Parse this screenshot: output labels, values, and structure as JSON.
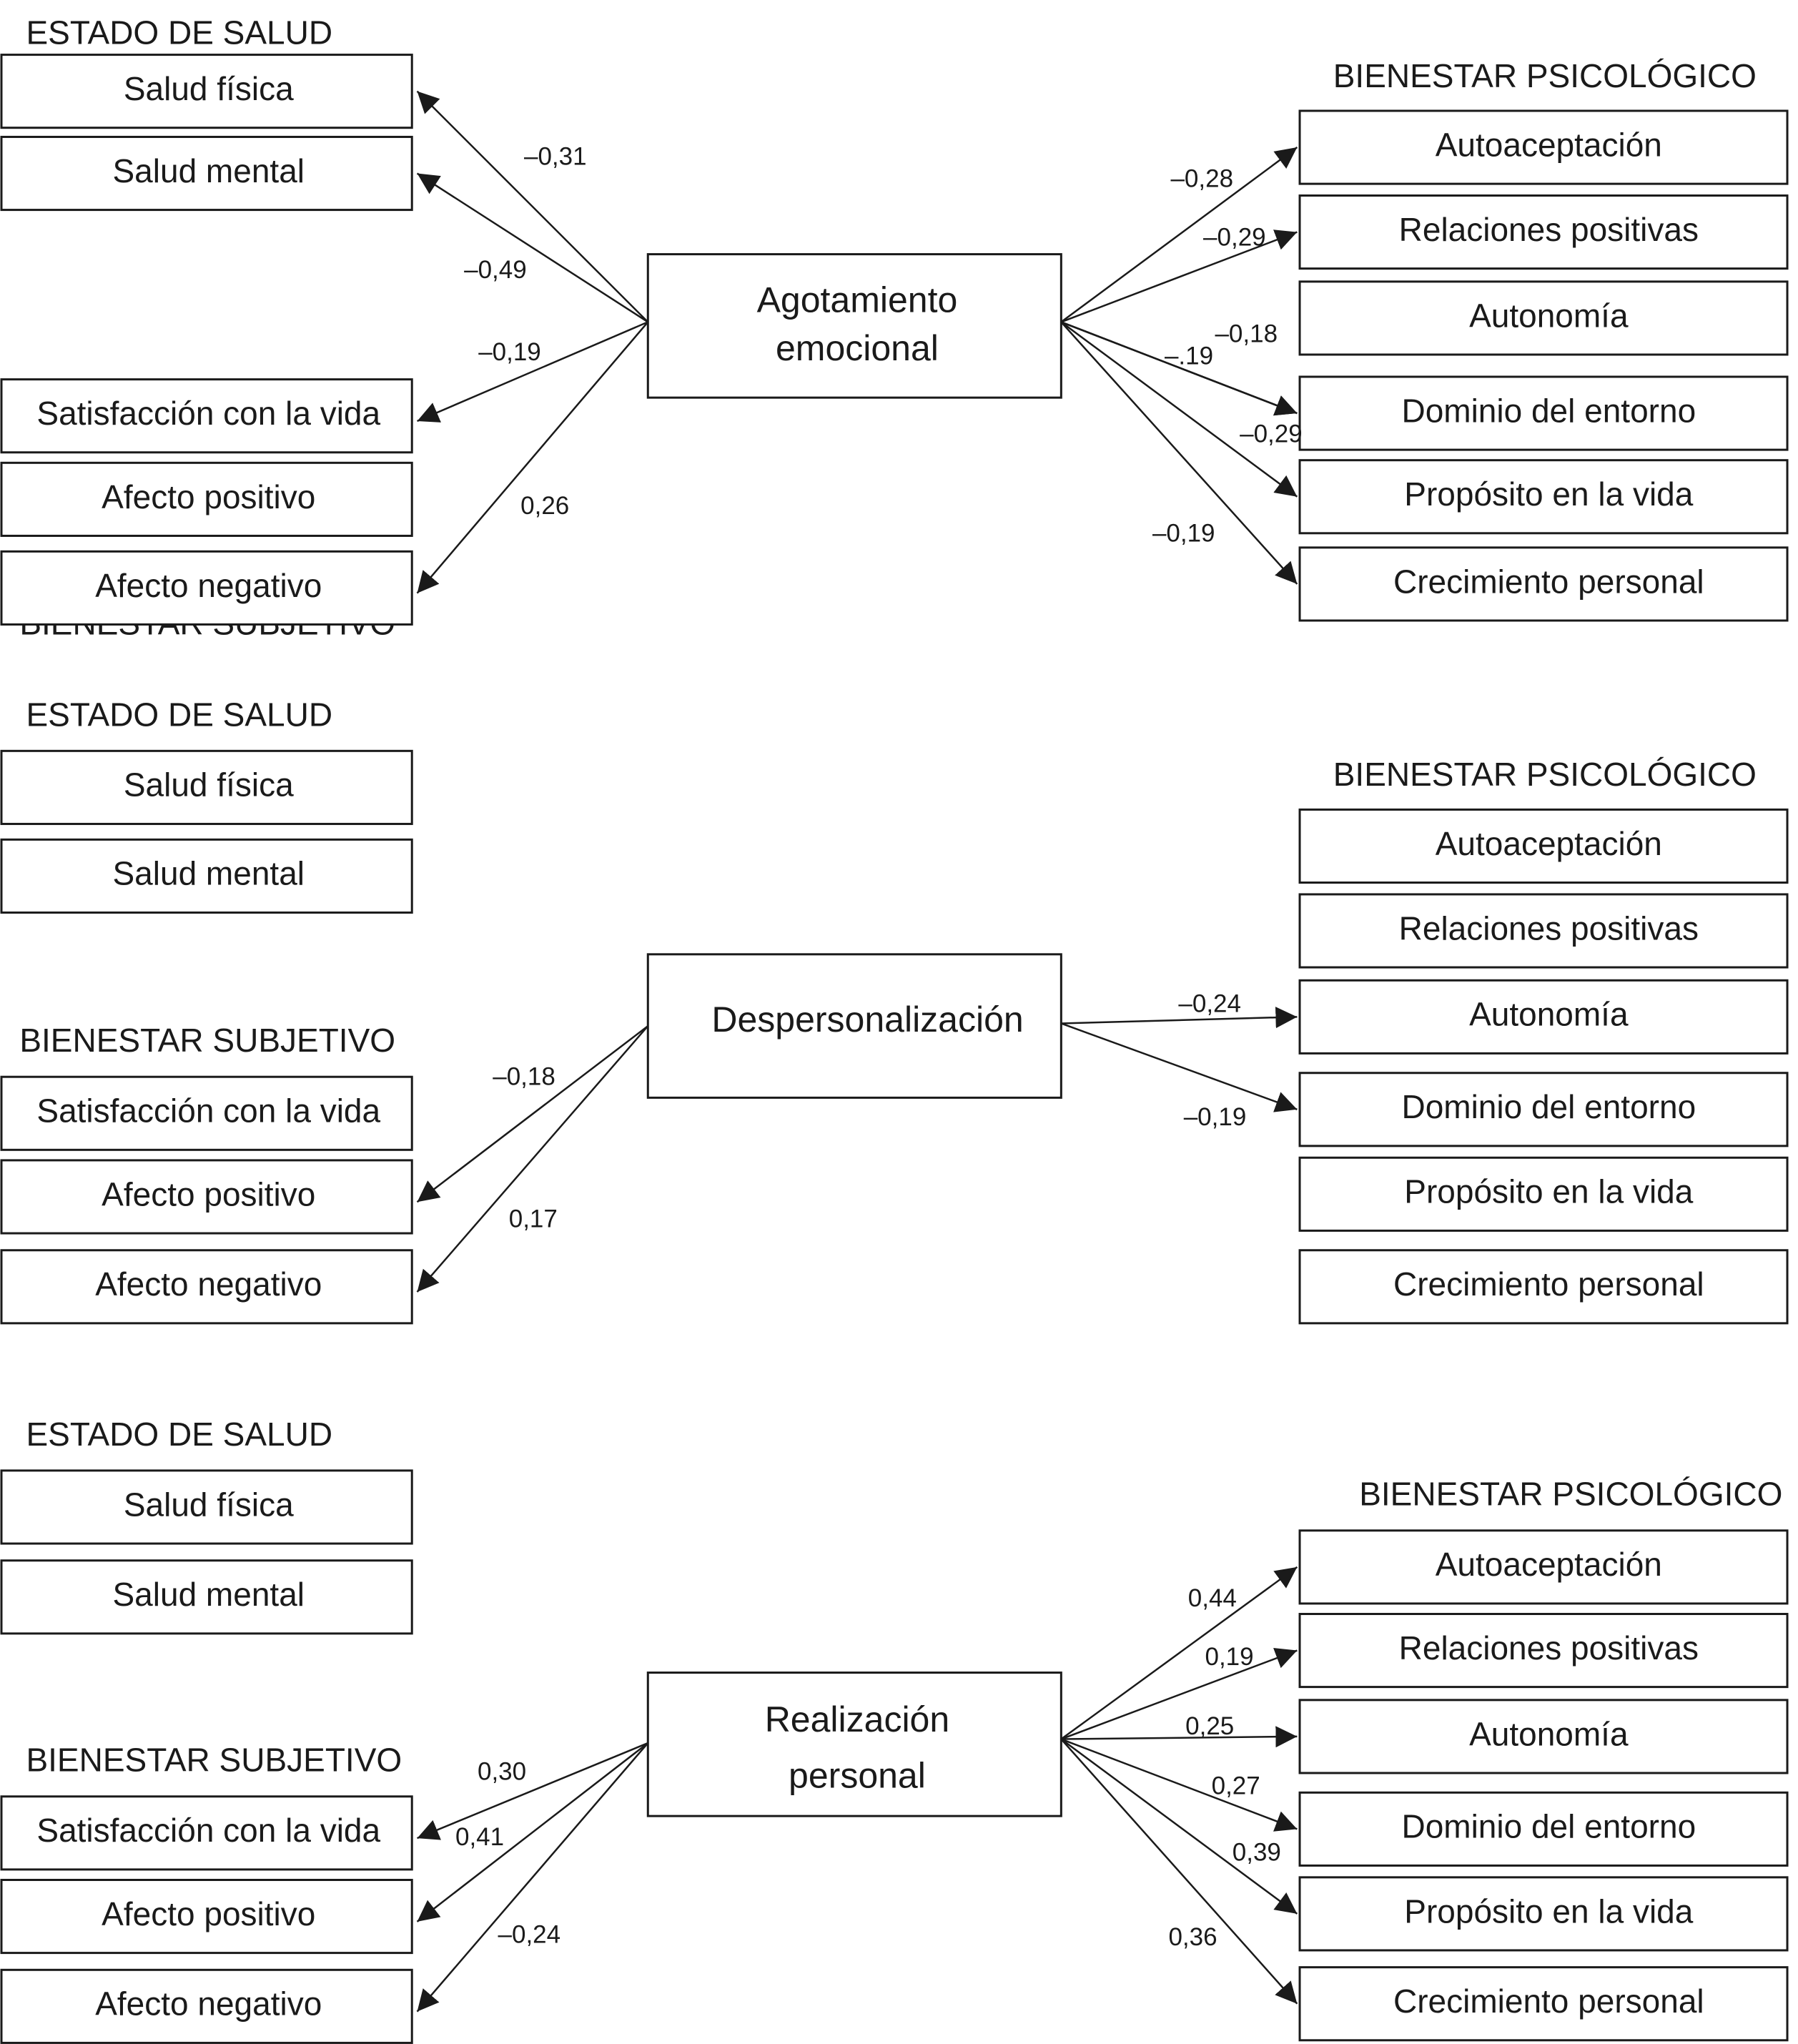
{
  "panels": [
    {
      "center": {
        "lines": [
          "Agotamiento",
          "emocional"
        ]
      },
      "left_headings": {
        "health": "ESTADO DE SALUD",
        "subjective": "BIENESTAR SUBJETIVO"
      },
      "left_boxes": [
        "Salud física",
        "Salud mental",
        "Satisfacción con la vida",
        "Afecto positivo",
        "Afecto negativo"
      ],
      "right_heading": "BIENESTAR PSICOLÓGICO",
      "right_boxes": [
        "Autoaceptación",
        "Relaciones positivas",
        "Autonomía",
        "Dominio del entorno",
        "Propósito en la vida",
        "Crecimiento personal"
      ],
      "left_paths": [
        {
          "target": 0,
          "coef": "–0,31"
        },
        {
          "target": 1,
          "coef": "–0,49"
        },
        {
          "target": 2,
          "coef": "–0,19"
        },
        {
          "target": 4,
          "coef": "0,26"
        }
      ],
      "right_paths": [
        {
          "target": 0,
          "coef": "–0,28"
        },
        {
          "target": 1,
          "coef": "–0,29"
        },
        {
          "target": 3,
          "coef": "–.19"
        },
        {
          "target": 3,
          "coef": "–0,18"
        },
        {
          "target": 4,
          "coef": "–0,29"
        },
        {
          "target": 5,
          "coef": "–0,19"
        }
      ]
    },
    {
      "center": {
        "lines": [
          "Despersonalización"
        ]
      },
      "left_headings": {
        "health": "ESTADO DE SALUD",
        "subjective": "BIENESTAR SUBJETIVO"
      },
      "left_boxes": [
        "Salud física",
        "Salud mental",
        "Satisfacción con la vida",
        "Afecto positivo",
        "Afecto negativo"
      ],
      "right_heading": "BIENESTAR PSICOLÓGICO",
      "right_boxes": [
        "Autoaceptación",
        "Relaciones positivas",
        "Autonomía",
        "Dominio del entorno",
        "Propósito en la vida",
        "Crecimiento personal"
      ],
      "left_paths": [
        {
          "target": 3,
          "coef": "–0,18"
        },
        {
          "target": 4,
          "coef": "0,17"
        }
      ],
      "right_paths": [
        {
          "target": 2,
          "coef": "–0,24"
        },
        {
          "target": 3,
          "coef": "–0,19"
        }
      ]
    },
    {
      "center": {
        "lines": [
          "Realización",
          "personal"
        ]
      },
      "left_headings": {
        "health": "ESTADO DE SALUD",
        "subjective": "BIENESTAR SUBJETIVO"
      },
      "left_boxes": [
        "Salud física",
        "Salud mental",
        "Satisfacción con la vida",
        "Afecto positivo",
        "Afecto negativo"
      ],
      "right_heading": "BIENESTAR PSICOLÓGICO",
      "right_boxes": [
        "Autoaceptación",
        "Relaciones positivas",
        "Autonomía",
        "Dominio del entorno",
        "Propósito en la vida",
        "Crecimiento personal"
      ],
      "left_paths": [
        {
          "target": 2,
          "coef": "0,30"
        },
        {
          "target": 3,
          "coef": "0,41"
        },
        {
          "target": 4,
          "coef": "–0,24"
        }
      ],
      "right_paths": [
        {
          "target": 0,
          "coef": "0,44"
        },
        {
          "target": 1,
          "coef": "0,19"
        },
        {
          "target": 2,
          "coef": "0,25"
        },
        {
          "target": 3,
          "coef": "0,27"
        },
        {
          "target": 4,
          "coef": "0,39"
        },
        {
          "target": 5,
          "coef": "0,36"
        }
      ]
    }
  ]
}
